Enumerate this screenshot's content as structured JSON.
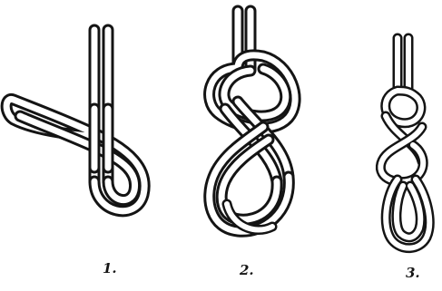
{
  "figure": {
    "steps": [
      {
        "id": "step-1",
        "label": "1."
      },
      {
        "id": "step-2",
        "label": "2."
      },
      {
        "id": "step-3",
        "label": "3."
      }
    ],
    "colors": {
      "ink": "#141414",
      "paper": "#ffffff"
    }
  }
}
